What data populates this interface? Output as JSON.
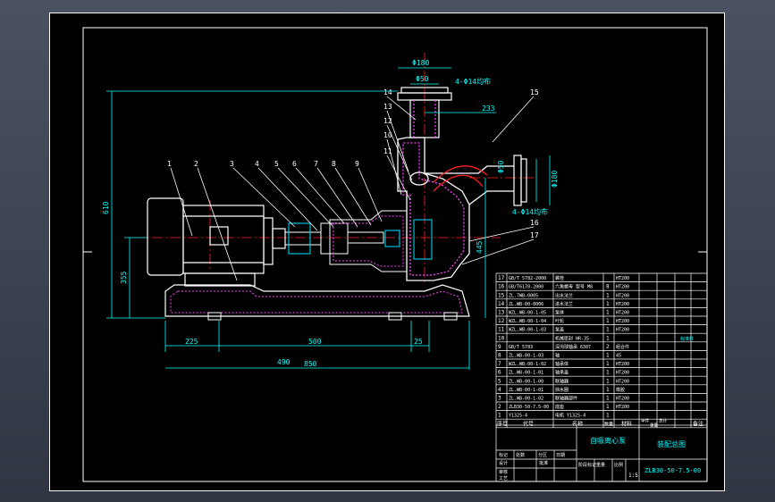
{
  "colors": {
    "border": "#ffffff",
    "outline": "#ffffff",
    "dim": "#00ffff",
    "hatch": "#ff44ff",
    "centerline": "#ff2222",
    "table_text": "#ffffff",
    "highlight": "#00e5ff"
  },
  "part_numbers": [
    "1",
    "2",
    "3",
    "4",
    "5",
    "6",
    "7",
    "8",
    "9",
    "10",
    "11",
    "12",
    "13",
    "14",
    "15",
    "16",
    "17"
  ],
  "dimensions": {
    "top_flange_outer": "Φ180",
    "top_bore": "Φ50",
    "bolt_holes_top": "4-Φ14均布",
    "outlet_offset": "233",
    "side_bore": "Φ50",
    "side_flange_outer": "Φ180",
    "bolt_holes_side": "4-Φ14均布",
    "total_height": "610",
    "shaft_height": "355",
    "right_height": "445",
    "base_left": "225",
    "base_mid": "500",
    "base_right": "25",
    "motor_span": "490",
    "total_length": "850"
  },
  "parts_table": {
    "rows": [
      {
        "no": "17",
        "code": "GB/T 5782-2000",
        "name": "螺栓",
        "qty": "",
        "material": "HT200"
      },
      {
        "no": "16",
        "code": "GB/T6170-2000",
        "name": "六角螺母 型号 M8",
        "qty": "8",
        "material": "HT200"
      },
      {
        "no": "15",
        "code": "ZL.7WB-0005",
        "name": "出水法兰",
        "qty": "1",
        "material": "HT200"
      },
      {
        "no": "14",
        "code": "ZL.WB-00-0006",
        "name": "进水法兰",
        "qty": "1",
        "material": "HT200"
      },
      {
        "no": "13",
        "code": "WZL.WB-00-1-05",
        "name": "泵体",
        "qty": "1",
        "material": "HT200"
      },
      {
        "no": "12",
        "code": "WZL.WB-00-1-04",
        "name": "叶轮",
        "qty": "1",
        "material": "HT200"
      },
      {
        "no": "11",
        "code": "WZL.WB-00-1-03",
        "name": "泵盖",
        "qty": "1",
        "material": "HT200"
      },
      {
        "no": "10",
        "code": "",
        "name": "机械密封 HR-35",
        "qty": "1",
        "material": ""
      },
      {
        "no": "9",
        "code": "GB/T 5783",
        "name": "深沟球轴承 6307",
        "qty": "2",
        "material": "组合件"
      },
      {
        "no": "8",
        "code": "ZL.WB-00-1-03",
        "name": "轴",
        "qty": "1",
        "material": "45"
      },
      {
        "no": "7",
        "code": "WZL.WB-00-1-02",
        "name": "轴承体",
        "qty": "1",
        "material": "HT200"
      },
      {
        "no": "6",
        "code": "ZL.WB-00-1-01",
        "name": "轴承盖",
        "qty": "1",
        "material": "HT200"
      },
      {
        "no": "5",
        "code": "ZL.WB-00-1-00",
        "name": "联轴器",
        "qty": "1",
        "material": "HT200"
      },
      {
        "no": "4",
        "code": "ZL.WB-00-1-01",
        "name": "挡水圈",
        "qty": "1",
        "material": "橡胶"
      },
      {
        "no": "3",
        "code": "ZL.WB-00-1-02",
        "name": "联轴器部件",
        "qty": "1",
        "material": "HT200"
      },
      {
        "no": "2",
        "code": "ZLB30-50-7.5-00",
        "name": "底座",
        "qty": "1",
        "material": "HT200"
      },
      {
        "no": "1",
        "code": "Y132S-4",
        "name": "电机 Y132S-4",
        "qty": "1",
        "material": ""
      }
    ],
    "headers": {
      "no": "序号",
      "code": "代号",
      "name": "名称",
      "qty": "数量",
      "material": "材料",
      "unit": "单件",
      "total": "总计",
      "weight": "重量",
      "remark": "备注"
    },
    "side_note": "标准件"
  },
  "title_block": {
    "product_name": "自吸离心泵",
    "drawing_name": "装配总图",
    "drawing_number": "ZLB30-50-7.5-00",
    "scale": "1:5",
    "labels": [
      "设计",
      "审核",
      "工艺",
      "批准",
      "标记",
      "处数",
      "分区",
      "日期",
      "阶段标记",
      "重量",
      "比例"
    ]
  }
}
